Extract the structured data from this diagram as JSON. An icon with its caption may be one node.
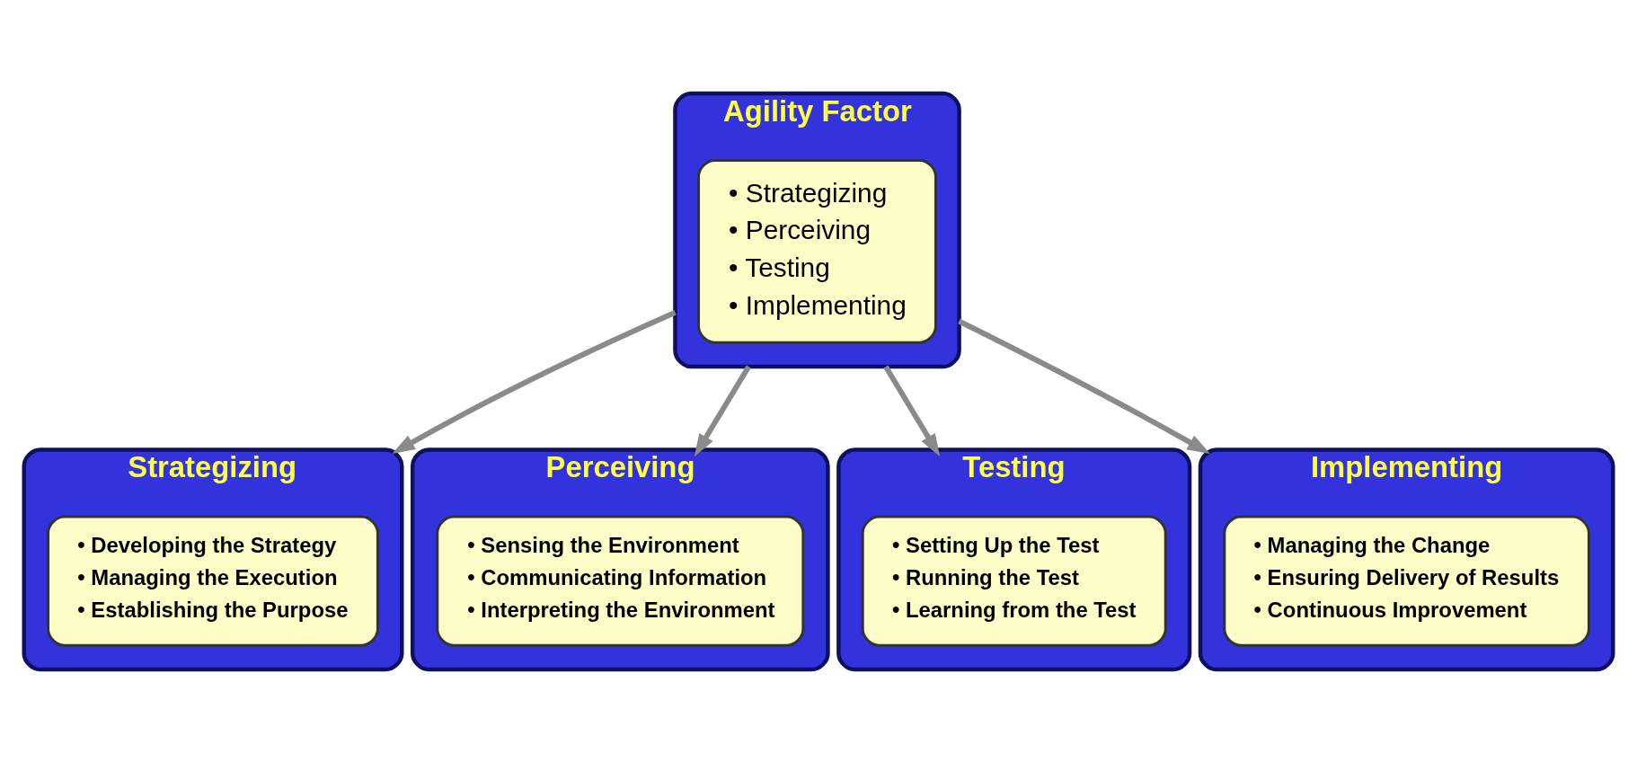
{
  "diagram": {
    "nodes": [
      {
        "text": [
          "Agility Factor"
        ]
      },
      {
        "text": [
          "• Strategizing",
          "• Perceiving",
          "• Testing",
          "• Implementing"
        ],
        "in": 0
      },
      {
        "text": [
          "Strategizing"
        ]
      },
      {
        "text": [
          "• Developing the Strategy",
          "• Managing the Execution",
          "• Establishing the Purpose"
        ],
        "in": 2
      },
      {
        "text": [
          "Implementing"
        ]
      },
      {
        "text": [
          "• Managing the Change",
          "• Ensuring Delivery of Results",
          "• Continuous Improvement"
        ],
        "in": 4
      },
      {
        "text": [
          "Perceiving"
        ]
      },
      {
        "text": [
          "• Sensing the Environment",
          "• Communicating Information",
          "• Interpreting the Environment"
        ],
        "in": 6
      },
      {
        "text": [
          "Testing"
        ]
      },
      {
        "text": [
          "• Setting Up the Test",
          "• Running the Test",
          "• Learning from the Test"
        ],
        "in": 8
      }
    ],
    "edges": [
      {
        "from": 0,
        "to": 2,
        "arrow": "to"
      },
      {
        "from": 0,
        "to": 6,
        "arrow": "to"
      },
      {
        "from": 0,
        "to": 8,
        "arrow": "to"
      },
      {
        "from": 0,
        "to": 4,
        "arrow": "to"
      }
    ]
  }
}
